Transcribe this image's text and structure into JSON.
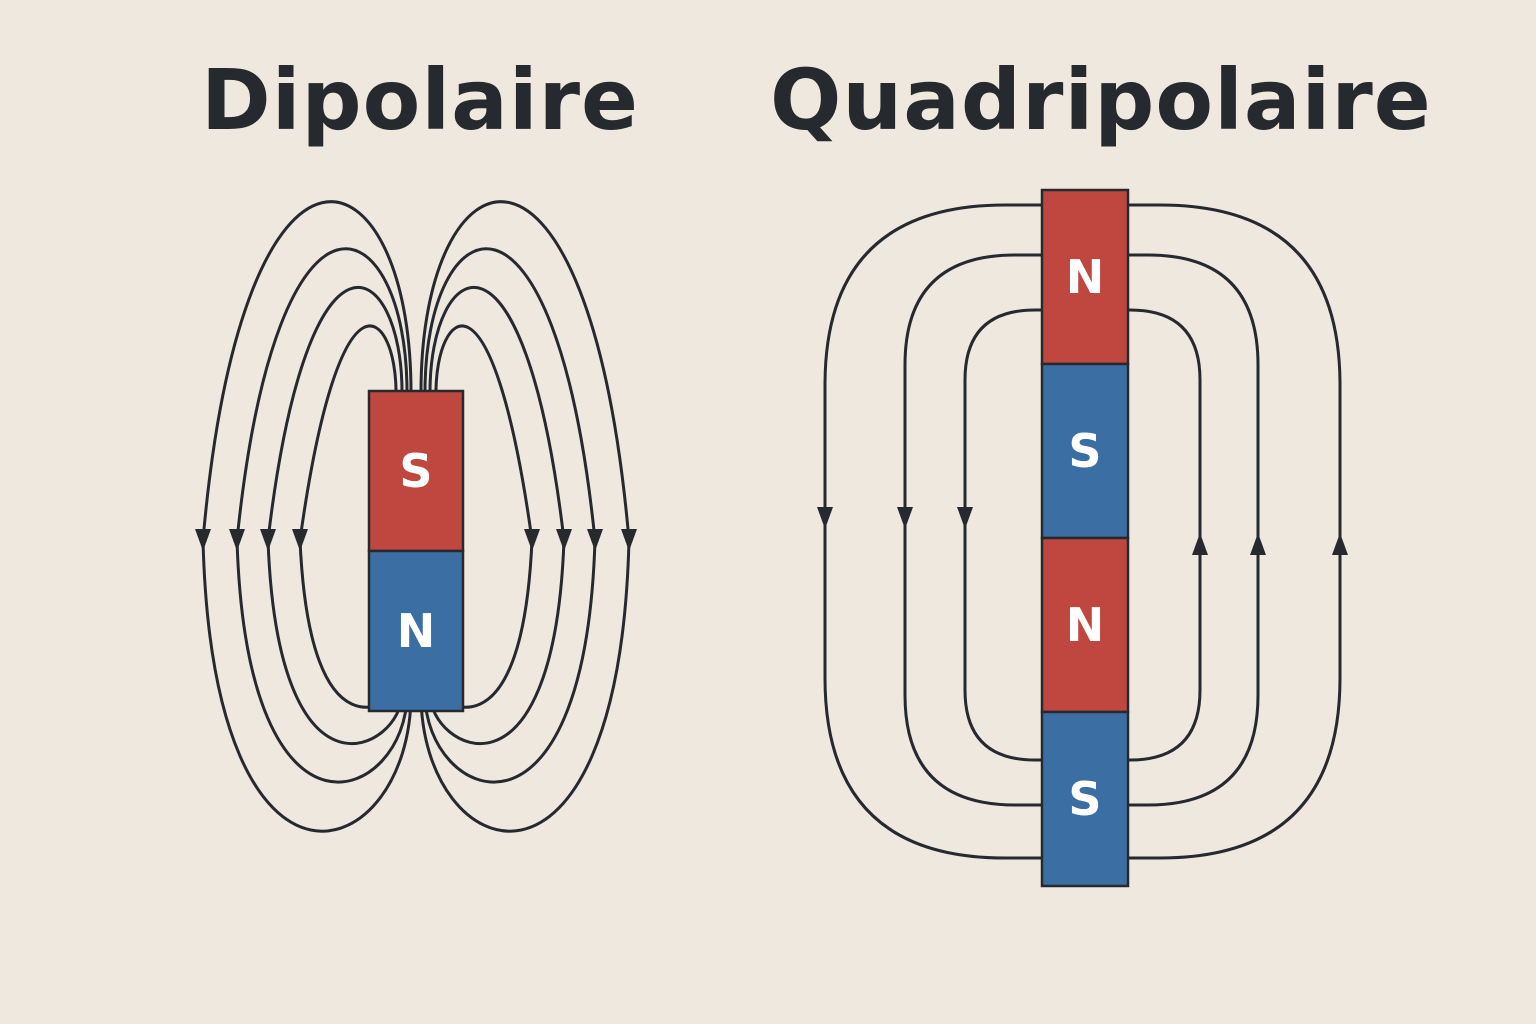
{
  "titles": {
    "dipolaire": "Dipolaire",
    "quadripolaire": "Quadripolaire"
  },
  "colors": {
    "background": "#efe8de",
    "north_red": "#c0473f",
    "south_blue": "#3b6fa3",
    "line": "#262a2f"
  },
  "dipole": {
    "poles": [
      {
        "label": "S",
        "color": "red"
      },
      {
        "label": "N",
        "color": "blue"
      }
    ],
    "arrows_left": "down",
    "arrows_right": "down"
  },
  "quadrupole": {
    "poles": [
      {
        "label": "N",
        "color": "red"
      },
      {
        "label": "S",
        "color": "blue"
      },
      {
        "label": "N",
        "color": "red"
      },
      {
        "label": "S",
        "color": "blue"
      }
    ],
    "arrows_left": "down",
    "arrows_right": "up"
  }
}
